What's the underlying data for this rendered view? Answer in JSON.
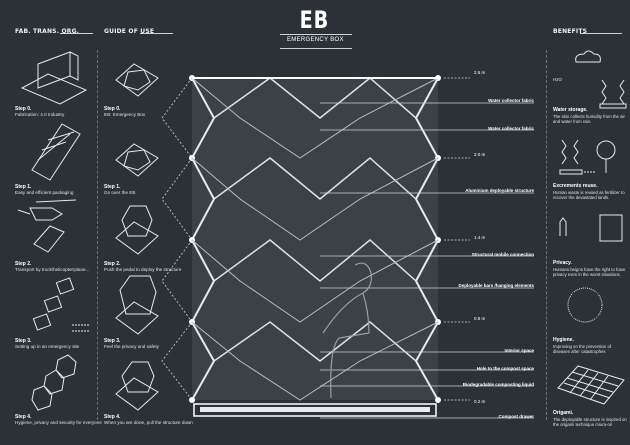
{
  "title": {
    "logo": "EB",
    "subtitle": "EMERGENCY BOX"
  },
  "sections": {
    "fabrication": "FAB. TRANS. ORG.",
    "guide": "GUIDE OF USE",
    "benefits": "BENEFITS"
  },
  "fabrication_steps": [
    {
      "step": "Step 0.",
      "text": "Fabrication: 4.0 Industry"
    },
    {
      "step": "Step 1.",
      "text": "Easy and efficient packaging"
    },
    {
      "step": "Step 2.",
      "text": "Transport by truck/helicopter/plane..."
    },
    {
      "step": "Step 3.",
      "text": "Setting up in an emergency site"
    },
    {
      "step": "Step 4.",
      "text": "Hygiene, privacy and security for everyone"
    }
  ],
  "guide_steps": [
    {
      "step": "Step 0.",
      "text": "EB: Emergency Box"
    },
    {
      "step": "Step 1.",
      "text": "Go over the EB"
    },
    {
      "step": "Step 2.",
      "text": "Push the pedal to deploy the structure"
    },
    {
      "step": "Step 3.",
      "text": "Feel the privacy and safety"
    },
    {
      "step": "Step 4.",
      "text": "When you are done, pull the structure down"
    }
  ],
  "dimensions": [
    "2.6 m",
    "2.0 m",
    "1.4 m",
    "0.8 m",
    "0.2 m"
  ],
  "labels": [
    "Water collector fabric",
    "Water collector fabric",
    "Aluminium deployable structure",
    "Structural mobile connection",
    "Deployable bars /hanging elements",
    "Interior space",
    "Hole to the compost space",
    "Biodegradable composting liquid",
    "Compost drawer"
  ],
  "benefits": [
    {
      "title": "Water storage.",
      "text": "The skin collects humidity from the air and water from rain."
    },
    {
      "title": "Excrements reuse.",
      "text": "Human waste is reused as fertilizer to recover the devastated lands."
    },
    {
      "title": "Privacy.",
      "text": "Humans beigns have the right to have privacy even in the worst situations."
    },
    {
      "title": "Hygiene.",
      "text": "Improving on the prevention of diseases after catastrophes"
    },
    {
      "title": "Origami.",
      "text": "The deployable structure is inspired on the origami technique miura-ori"
    }
  ],
  "h2o_label": "H2O",
  "colors": {
    "background": "#2c3137",
    "line": "#e8eaec"
  }
}
